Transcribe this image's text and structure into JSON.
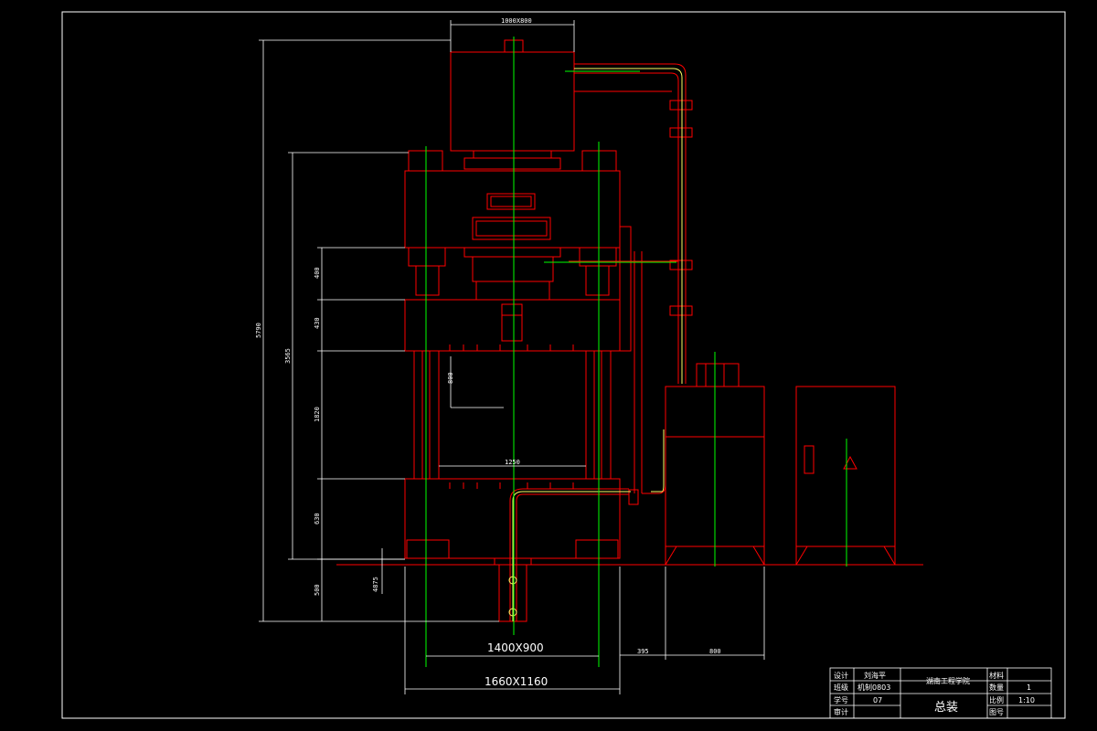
{
  "colors": {
    "background": "#000000",
    "outline": "#ff0000",
    "centerline": "#00ff00",
    "dimension": "#ffffff",
    "pipe_highlight": "#ffff66"
  },
  "dimensions": {
    "top_width": "1000X800",
    "total_height": "5790",
    "frame_height": "3565",
    "h1": "400",
    "h2": "430",
    "h3": "1820",
    "h4": "630",
    "h5": "500",
    "stroke": "800",
    "table_width": "1250",
    "ground_level": "4875",
    "base_inner": "1400X900",
    "base_outer": "1660X1160",
    "gap": "395",
    "tank_width": "800"
  },
  "title_block": {
    "design_label": "设计",
    "design_value": "刘海平",
    "class_label": "班级",
    "class_value": "机制0803",
    "student_no_label": "学号",
    "student_no_value": "07",
    "review_label": "审计",
    "school": "湖南工程学院",
    "drawing_name": "总装",
    "material_label": "材料",
    "quantity_label": "数量",
    "quantity_value": "1",
    "scale_label": "比例",
    "scale_value": "1:10",
    "drawing_no_label": "图号"
  }
}
